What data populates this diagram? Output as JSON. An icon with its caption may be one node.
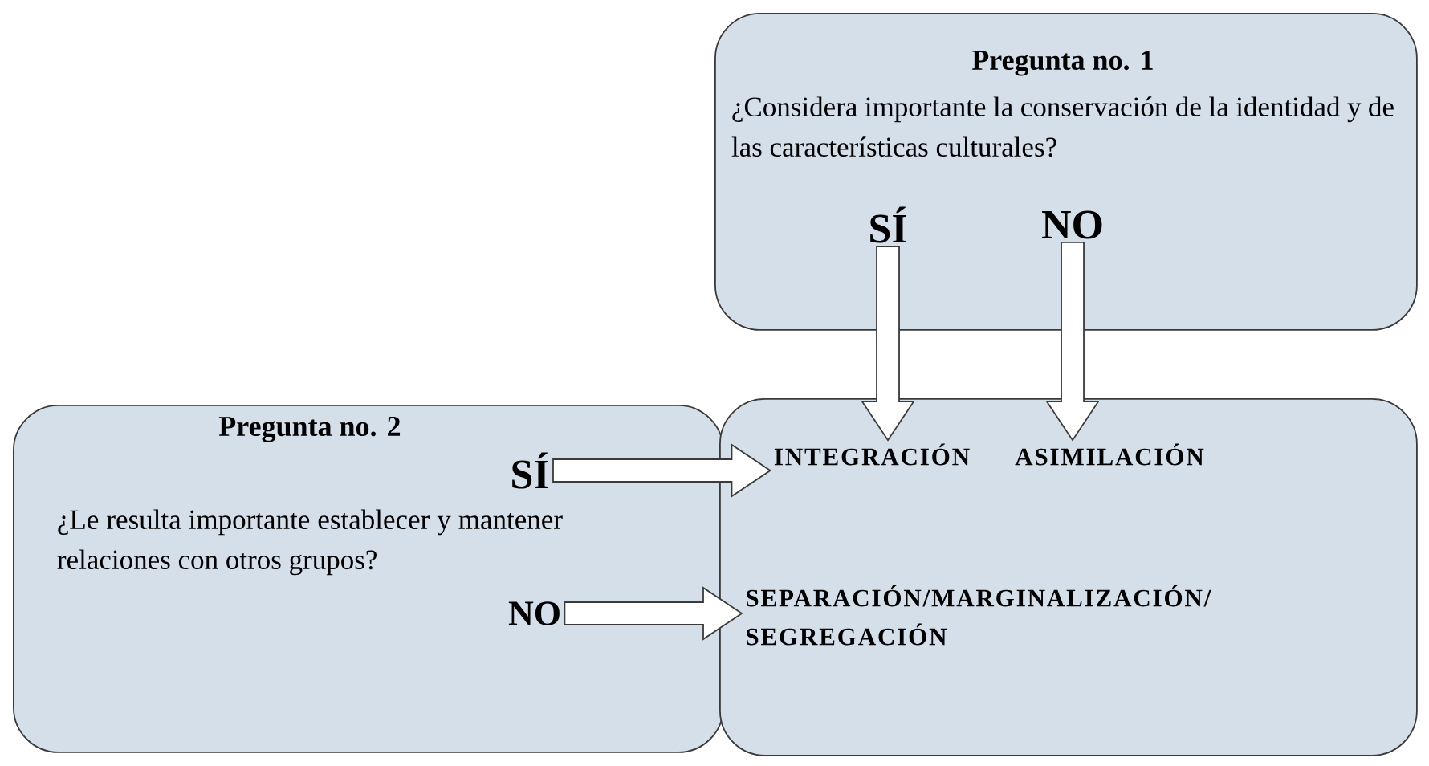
{
  "diagram": {
    "nodes": [
      {
        "text": [
          "Pregunta no. 1",
          "¿Considera importante la conservación de la identidad y de las características culturales?"
        ]
      },
      {
        "text": [
          "SÍ"
        ],
        "in": 0
      },
      {
        "text": [
          "NO"
        ],
        "in": 0
      },
      {
        "text": [
          "Pregunta no. 2",
          "¿Le resulta importante establecer y mantener relaciones con otros grupos?"
        ]
      },
      {
        "text": [
          "SÍ"
        ],
        "in": 3
      },
      {
        "text": [
          "NO"
        ],
        "in": 3
      },
      {
        "text": [],
        "shape": "box"
      },
      {
        "text": [
          "INTEGRACIÓN"
        ],
        "in": 6
      },
      {
        "text": [
          "ASIMILACIÓN"
        ],
        "in": 6
      },
      {
        "text": [
          "SEPARACIÓN/MARGINALIZACIÓN/ SEGREGACIÓN"
        ],
        "in": 6
      }
    ],
    "edges": [
      {
        "from": 1,
        "to": 7,
        "arrow": "to"
      },
      {
        "from": 2,
        "to": 8,
        "arrow": "to"
      },
      {
        "from": 4,
        "to": 7,
        "arrow": "to"
      },
      {
        "from": 5,
        "to": 9,
        "arrow": "to"
      }
    ]
  }
}
